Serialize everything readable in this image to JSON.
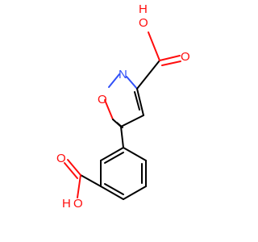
{
  "molecule": {
    "atoms": {
      "carboxyl_top_oh": "OH",
      "carboxyl_top_h": "H",
      "carboxyl_top_o": "O",
      "carboxyl_top_carbonyl_o": "O",
      "ring_n": "N",
      "ring_o": "O",
      "carboxyl_bottom_carbonyl_o": "O",
      "carboxyl_bottom_h": "H",
      "carboxyl_bottom_o": "O"
    },
    "colors": {
      "carbon": "#000000",
      "oxygen": "#ff0d0d",
      "nitrogen": "#3050f8"
    }
  }
}
